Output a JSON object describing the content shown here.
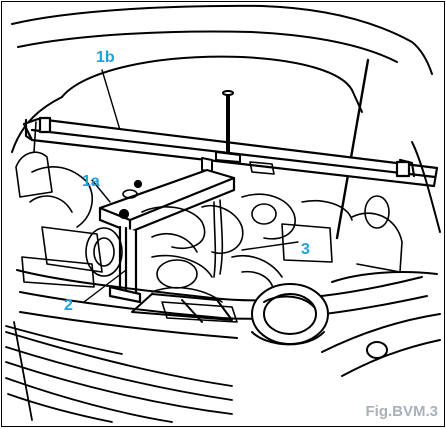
{
  "callouts": {
    "c1b": "1b",
    "c1a": "1a",
    "c2": "2",
    "c3": "3"
  },
  "figure_label": "Fig.BVM.3",
  "colors": {
    "callout": "#1fa2dc",
    "figure_label": "#a9b2b9",
    "line_art": "#000000"
  }
}
